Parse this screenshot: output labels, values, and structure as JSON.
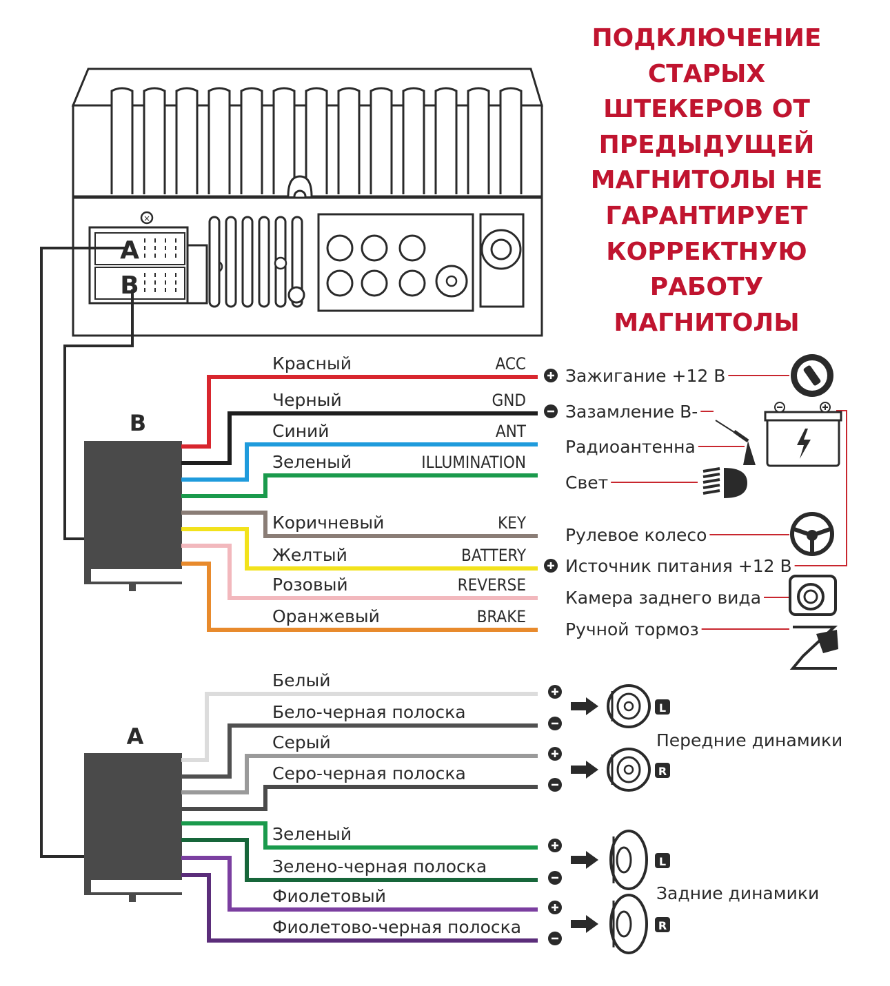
{
  "title_lines": [
    "ПОДКЛЮЧЕНИЕ",
    "СТАРЫХ",
    "ШТЕКЕРОВ ОТ",
    "ПРЕДЫДУЩЕЙ",
    "МАГНИТОЛЫ НЕ",
    "ГАРАНТИРУЕТ",
    "КОРРЕКТНУЮ",
    "РАБОТУ",
    "МАГНИТОЛЫ"
  ],
  "unit_slots": {
    "a": "A",
    "b": "B"
  },
  "connector_b": {
    "label": "B",
    "wires": [
      {
        "name": "Красный",
        "code": "ACC",
        "color": "#d8262e",
        "device": "Зажигание +12 В",
        "sign": "+",
        "icon": "ignition-icon"
      },
      {
        "name": "Черный",
        "code": "GND",
        "color": "#1e1e1e",
        "device": "Зазамление В-",
        "sign": "-",
        "icon": "battery-icon"
      },
      {
        "name": "Синий",
        "code": "ANT",
        "color": "#1f9bdc",
        "device": "Радиоантенна",
        "sign": "",
        "icon": "antenna-icon"
      },
      {
        "name": "Зеленый",
        "code": "ILLUMINATION",
        "color": "#1a9a4c",
        "device": "Свет",
        "sign": "",
        "icon": "headlight-icon"
      },
      {
        "name": "Коричневый",
        "code": "KEY",
        "color": "#8a7d76",
        "device": "Рулевое колесо",
        "sign": "",
        "icon": "steering-wheel-icon"
      },
      {
        "name": "Желтый",
        "code": "BATTERY",
        "color": "#f2e21c",
        "device": "Источник питания +12 В",
        "sign": "+",
        "icon": ""
      },
      {
        "name": "Розовый",
        "code": "REVERSE",
        "color": "#f2b8bd",
        "device": "Камера заднего вида",
        "sign": "",
        "icon": "rear-camera-icon"
      },
      {
        "name": "Оранжевый",
        "code": "BRAKE",
        "color": "#e88a2c",
        "device": "Ручной тормоз",
        "sign": "",
        "icon": "handbrake-icon"
      }
    ]
  },
  "connector_a": {
    "label": "A",
    "wires": [
      {
        "name": "Белый",
        "color": "#dcdcdc",
        "sign": "+"
      },
      {
        "name": "Бело-черная полоска",
        "color": "#505050",
        "sign": "-"
      },
      {
        "name": "Серый",
        "color": "#9a9a9a",
        "sign": "+"
      },
      {
        "name": "Серо-черная полоска",
        "color": "#4a4a4a",
        "sign": "-"
      },
      {
        "name": "Зеленый",
        "color": "#1a9a4c",
        "sign": "+"
      },
      {
        "name": "Зелено-черная полоска",
        "color": "#17663a",
        "sign": "-"
      },
      {
        "name": "Фиолетовый",
        "color": "#7b3fa0",
        "sign": "+"
      },
      {
        "name": "Фиолетово-черная полоска",
        "color": "#5b2d7a",
        "sign": "-"
      }
    ],
    "speaker_groups": [
      {
        "label": "Передние динамики",
        "channels": [
          "L",
          "R"
        ]
      },
      {
        "label": "Задние динамики",
        "channels": [
          "L",
          "R"
        ]
      }
    ]
  },
  "colors": {
    "title": "#c0142f",
    "device_line": "#c8262e",
    "ink": "#2a2a2a"
  }
}
